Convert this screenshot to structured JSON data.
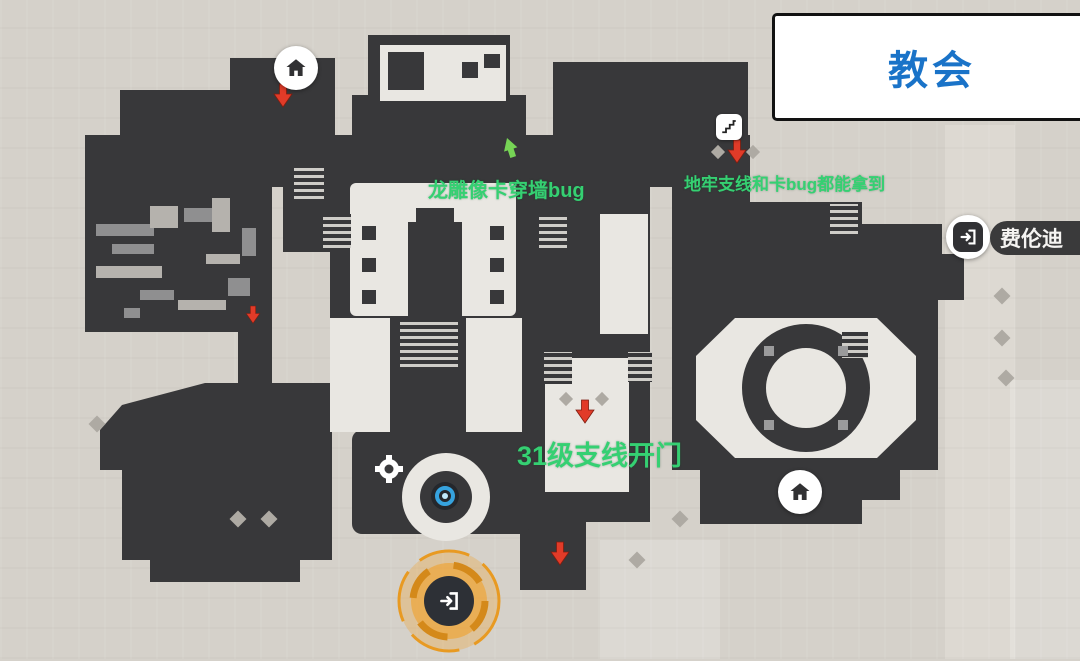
{
  "title_box": {
    "label": "教会"
  },
  "annotations": {
    "wall_bug": "龙雕像卡穿墙bug",
    "dungeon_bug": "地牢支线和卡bug都能拿到",
    "quest_door": "31级支线开门"
  },
  "markers": {
    "exit_label": "费伦迪",
    "home_icon": "⌂",
    "exit_icon": "↪",
    "stairs_icon": "▤",
    "gear_icon": "⚙",
    "teleport_icon": "◎"
  },
  "colors": {
    "map_dark": "#38383a",
    "map_light": "#e9e7e2",
    "background": "#d5d1ca",
    "annotation_green": "#35d072",
    "arrow_red": "#e13b28",
    "title_blue": "#1a73c8",
    "player_orange": "#f0a028",
    "teleport_blue": "#36a3df"
  }
}
